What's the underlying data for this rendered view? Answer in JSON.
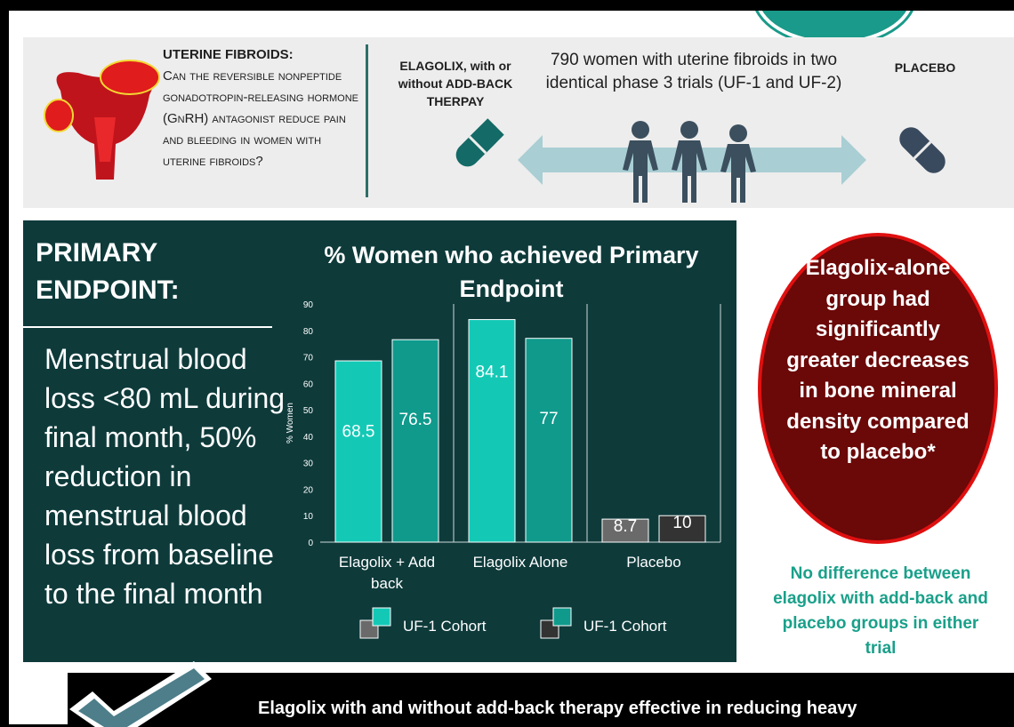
{
  "header": {
    "question_title": "UTERINE FIBROIDS:",
    "question_body": "Can the reversible nonpeptide gonadotropin-releasing hormone (GnRH) antagonist reduce pain and bleeding in women with uterine fibroids?",
    "arm_elagolix": "ELAGOLIX, with or without ADD-BACK THERPAY",
    "study_text": "790 women with uterine fibroids in two identical phase 3 trials (UF-1 and UF-2)",
    "arm_placebo": "PLACEBO"
  },
  "primary": {
    "title_line1": "PRIMARY",
    "title_line2": "ENDPOINT:",
    "body": "Menstrual blood loss <80 mL during final month, 50% reduction in menstrual blood loss from baseline to the final month"
  },
  "chart_title": "% Women who achieved Primary Endpoint",
  "chart_data": {
    "type": "bar",
    "categories": [
      "Elagolix + Add back",
      "Elagolix Alone",
      "Placebo"
    ],
    "series": [
      {
        "name": "UF-1 Cohort",
        "values": [
          68.5,
          84.1,
          8.7
        ]
      },
      {
        "name": "UF-1 Cohort",
        "values": [
          76.5,
          77,
          10
        ]
      }
    ],
    "ylabel": "% Women",
    "ylim": [
      0,
      90
    ],
    "yticks": [
      0,
      10,
      20,
      30,
      40,
      50,
      60,
      70,
      80,
      90
    ],
    "colors": {
      "series1": "#13c9b6",
      "series2": "#0f9a8c",
      "placebo1": "#6a6a6a",
      "placebo2": "#333333"
    },
    "legend_placement": "bottom"
  },
  "ellipse_text": "Elagolix-alone group had significantly greater decreases in bone mineral density compared to placebo*",
  "note": "No difference between elagolix with add-back and placebo groups in either trial",
  "conclusion": "Elagolix with and without add-back therapy effective in reducing heavy",
  "colors": {
    "dark_teal": "#0e3a3a",
    "accent_teal": "#1aa08a",
    "ellipse": "#6b0808",
    "ellipse_border": "#e01010"
  }
}
